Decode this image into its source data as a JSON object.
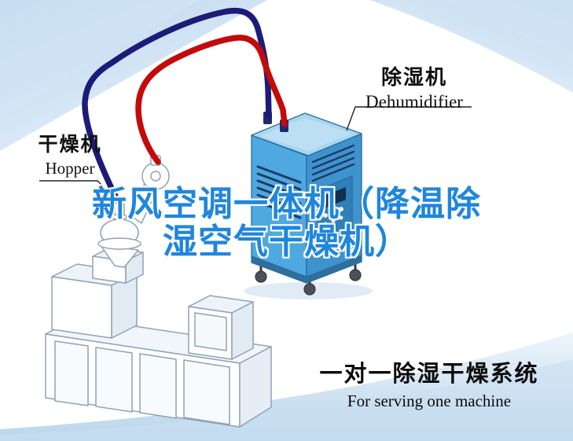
{
  "labels": {
    "dehumidifier": {
      "cn": "除湿机",
      "en": "Dehumidifier"
    },
    "hopper": {
      "cn": "干燥机",
      "en": "Hopper"
    }
  },
  "title": {
    "line1": "新风空调一体机（降温除",
    "line2": "湿空气干燥机）"
  },
  "caption": {
    "cn": "一对一除湿干燥系统",
    "en": "For serving one machine"
  },
  "colors": {
    "pipe_red": "#c40a0a",
    "pipe_navy": "#1c1c78",
    "machine_blue": "#4fa8e0",
    "machine_blue_dark": "#3e93ce",
    "machine_top_blue": "#a9d6f0",
    "title_blue": "#1f86dc",
    "background_tint": "#c9def2",
    "line_art_stroke": "#8fa2b5"
  }
}
